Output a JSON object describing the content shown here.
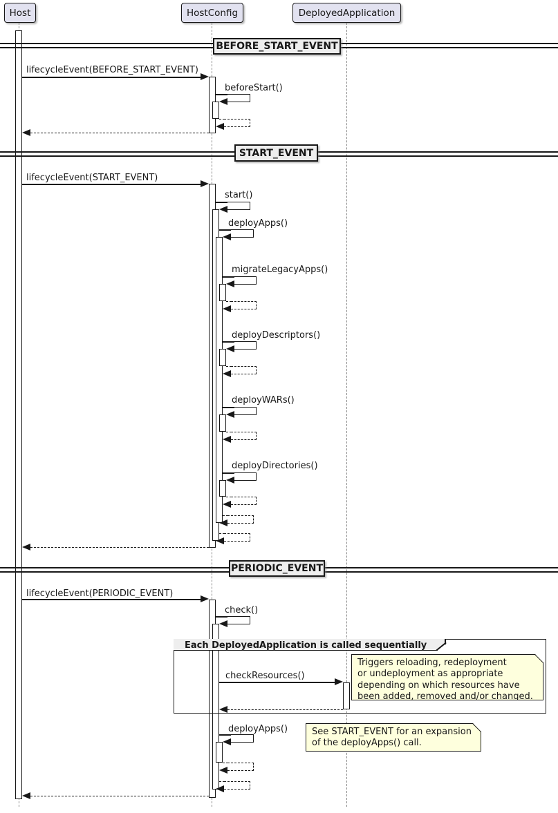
{
  "diagram": {
    "type": "uml-sequence",
    "participants": [
      {
        "name": "Host"
      },
      {
        "name": "HostConfig"
      },
      {
        "name": "DeployedApplication"
      }
    ],
    "dividers": [
      {
        "label": "BEFORE_START_EVENT"
      },
      {
        "label": "START_EVENT"
      },
      {
        "label": "PERIODIC_EVENT"
      }
    ],
    "group": {
      "title": "Each DeployedApplication is called sequentially"
    },
    "messages": {
      "before_lifecycle": "lifecycleEvent(BEFORE_START_EVENT)",
      "before_start": "beforeStart()",
      "start_lifecycle": "lifecycleEvent(START_EVENT)",
      "start": "start()",
      "deploy_apps": "deployApps()",
      "migrate_legacy_apps": "migrateLegacyApps()",
      "deploy_descriptors": "deployDescriptors()",
      "deploy_wars": "deployWARs()",
      "deploy_directories": "deployDirectories()",
      "periodic_lifecycle": "lifecycleEvent(PERIODIC_EVENT)",
      "check": "check()",
      "check_resources": "checkResources()",
      "deploy_apps_periodic": "deployApps()"
    },
    "notes": {
      "check_resources_note": [
        "Triggers reloading, redeployment",
        "or undeployment as appropriate",
        "depending on which resources have",
        "been added, removed and/or changed."
      ],
      "deploy_apps_note": [
        "See START_EVENT for an expansion",
        "of the deployApps() call."
      ]
    },
    "colors": {
      "participant_fill": "#E2E2F0",
      "divider_fill": "#EEEEEE",
      "note_fill": "#FEFFDD",
      "line": "#181818",
      "lifeline": "#8A8A8A",
      "background": "#FFFFFF"
    }
  }
}
